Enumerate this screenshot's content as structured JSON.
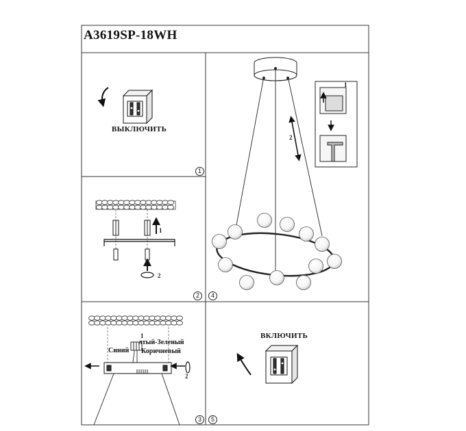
{
  "document": {
    "title": "A3619SP-18WH",
    "panels": {
      "switch_off": {
        "label": "ВЫКЛЮЧИТЬ",
        "number": "1"
      },
      "mounting_plate": {
        "step_1": "1",
        "step_2": "2",
        "number": "2"
      },
      "height_adjust": {
        "step_1": "1",
        "step_2": "2",
        "adjust_arrow": "2",
        "number": "4"
      },
      "wiring": {
        "wire_blue": "Синий",
        "wire_yellow_green": "лтый-Зеленый",
        "wire_brown": "Коричневый",
        "step_1": "1",
        "step_2": "2",
        "number": "3"
      },
      "switch_on": {
        "label": "ВКЛЮЧИТЬ",
        "number": "5"
      }
    }
  }
}
